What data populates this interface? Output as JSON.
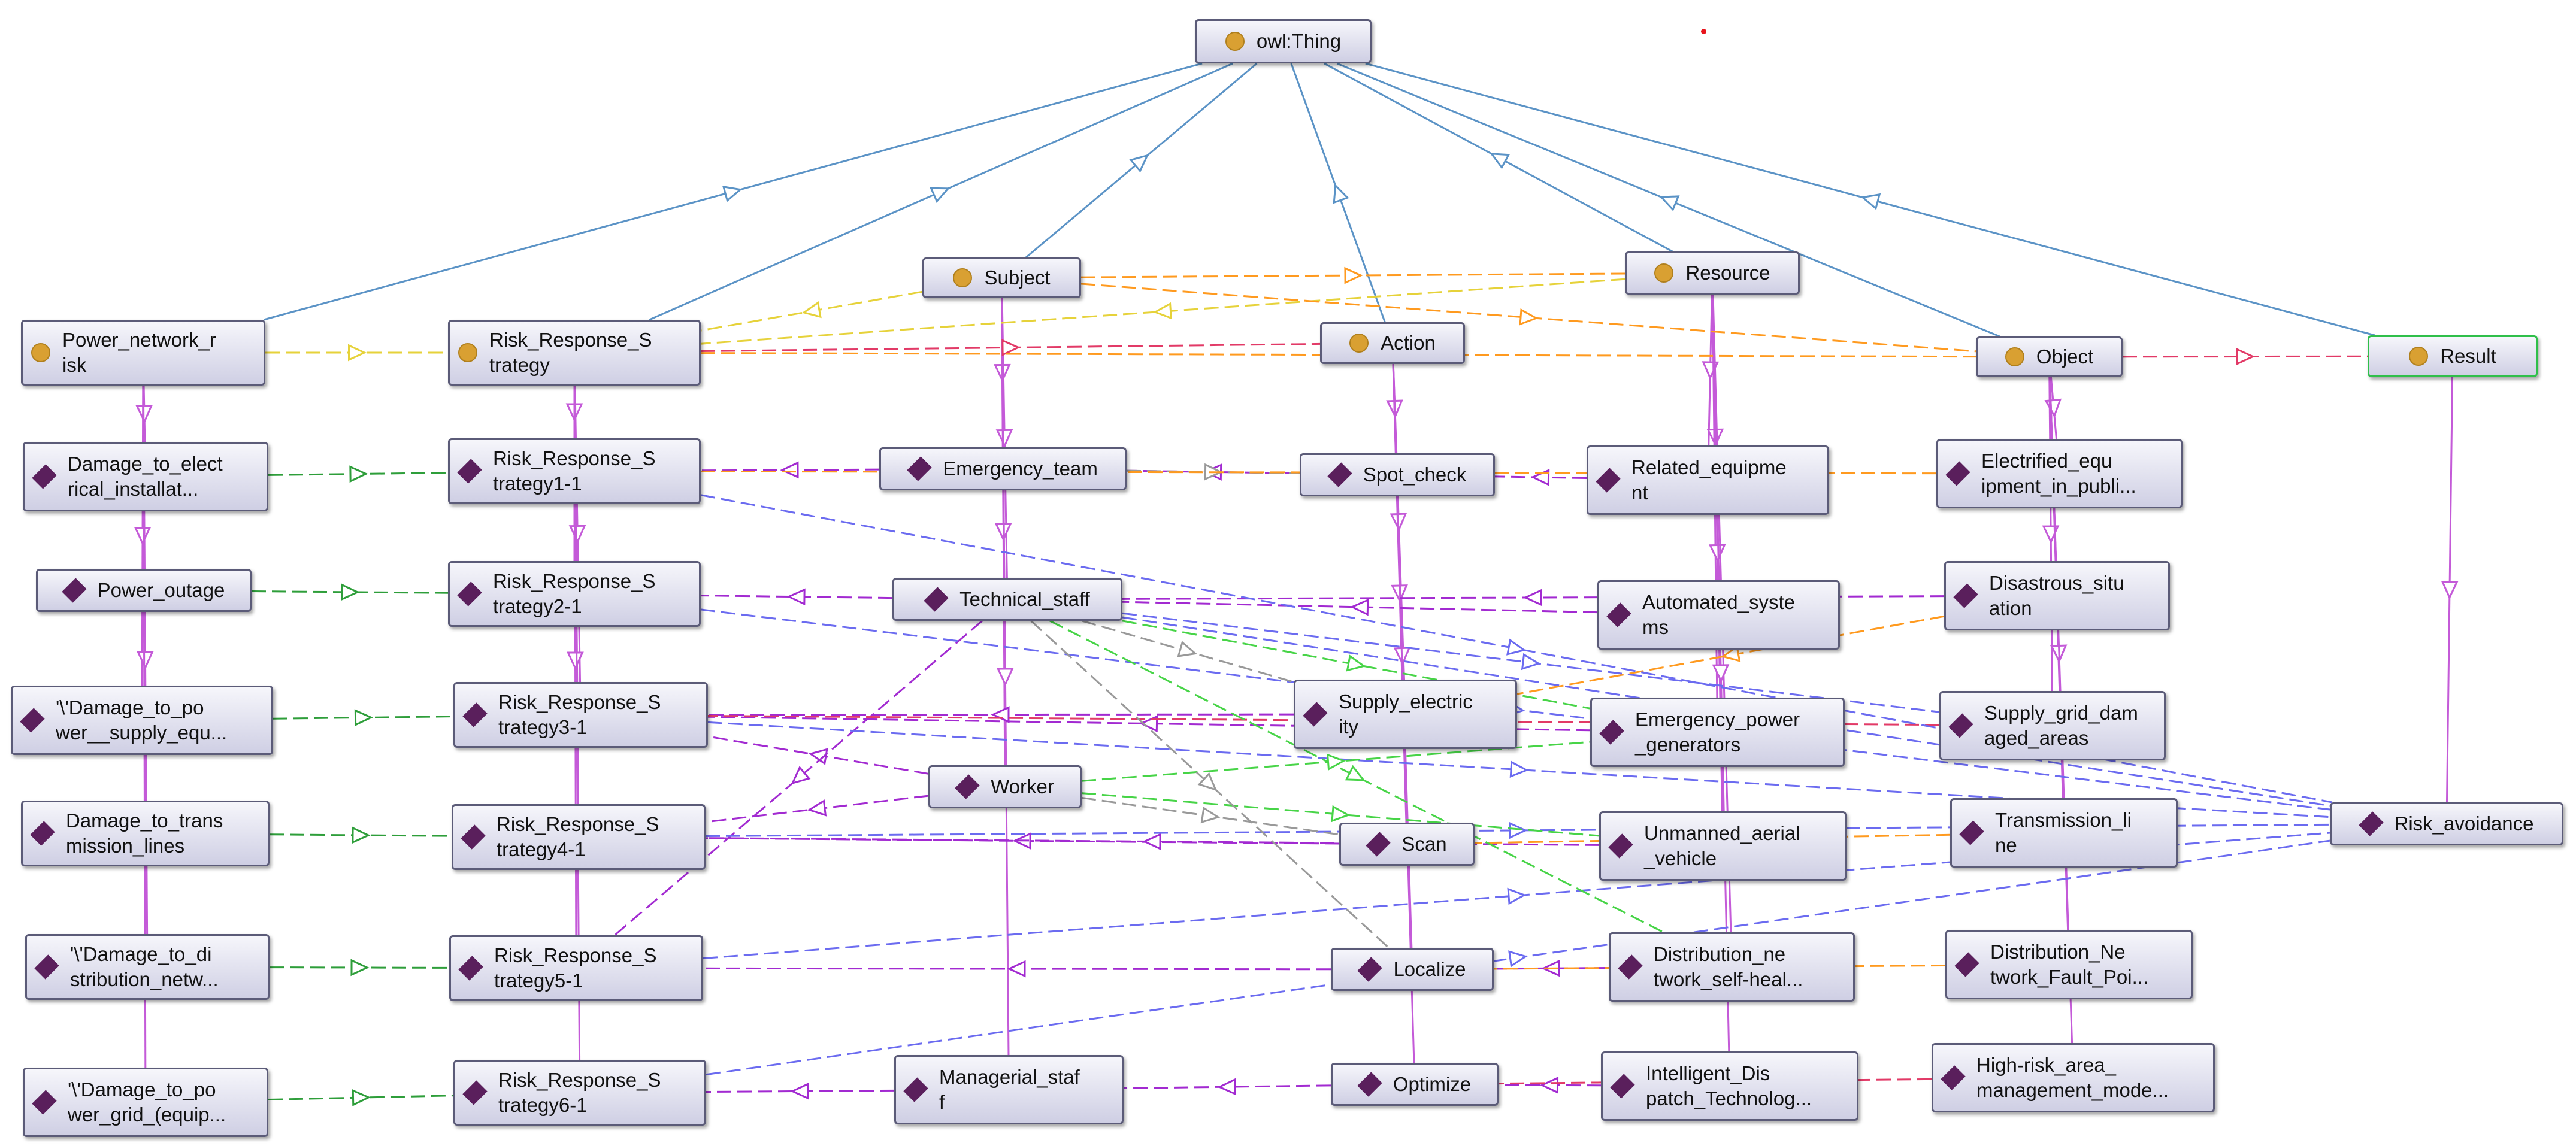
{
  "colors": {
    "subclass": "#5b93c6",
    "instance": "#c45ad8",
    "object_property_1": "#2e9e3a",
    "object_property_2": "#a22ad1",
    "object_property_3": "#6b6bf0",
    "object_property_4": "#ff9a1f",
    "object_property_5": "#e6d23a",
    "object_property_6": "#e23a67",
    "object_property_7": "#47d447",
    "object_property_8": "#999999"
  },
  "nodes": [
    {
      "id": "owl_thing",
      "kind": "class",
      "label": "owl:Thing"
    },
    {
      "id": "subject",
      "kind": "class",
      "label": "Subject"
    },
    {
      "id": "resource",
      "kind": "class",
      "label": "Resource"
    },
    {
      "id": "action",
      "kind": "class",
      "label": "Action"
    },
    {
      "id": "object",
      "kind": "class",
      "label": "Object"
    },
    {
      "id": "result",
      "kind": "class",
      "label": "Result"
    },
    {
      "id": "power_network_risk",
      "kind": "class",
      "label": "Power_network_r\nisk"
    },
    {
      "id": "risk_response_strategy",
      "kind": "class",
      "label": "Risk_Response_S\ntrategy"
    },
    {
      "id": "damage_electrical",
      "kind": "individual",
      "label": "Damage_to_elect\nrical_installat..."
    },
    {
      "id": "power_outage",
      "kind": "individual",
      "label": "Power_outage"
    },
    {
      "id": "damage_power_supply",
      "kind": "individual",
      "label": "'\\'Damage_to_po\nwer__supply_equ..."
    },
    {
      "id": "damage_transmission",
      "kind": "individual",
      "label": "Damage_to_trans\nmission_lines"
    },
    {
      "id": "damage_distribution",
      "kind": "individual",
      "label": "'\\'Damage_to_di\nstribution_netw..."
    },
    {
      "id": "damage_power_grid",
      "kind": "individual",
      "label": "'\\'Damage_to_po\nwer_grid_(equip..."
    },
    {
      "id": "rrs1",
      "kind": "individual",
      "label": "Risk_Response_S\ntrategy1-1"
    },
    {
      "id": "rrs2",
      "kind": "individual",
      "label": "Risk_Response_S\ntrategy2-1"
    },
    {
      "id": "rrs3",
      "kind": "individual",
      "label": "Risk_Response_S\ntrategy3-1"
    },
    {
      "id": "rrs4",
      "kind": "individual",
      "label": "Risk_Response_S\ntrategy4-1"
    },
    {
      "id": "rrs5",
      "kind": "individual",
      "label": "Risk_Response_S\ntrategy5-1"
    },
    {
      "id": "rrs6",
      "kind": "individual",
      "label": "Risk_Response_S\ntrategy6-1"
    },
    {
      "id": "emergency_team",
      "kind": "individual",
      "label": "Emergency_team"
    },
    {
      "id": "technical_staff",
      "kind": "individual",
      "label": "Technical_staff"
    },
    {
      "id": "worker",
      "kind": "individual",
      "label": "Worker"
    },
    {
      "id": "managerial_staff",
      "kind": "individual",
      "label": "Managerial_staf\nf"
    },
    {
      "id": "spot_check",
      "kind": "individual",
      "label": "Spot_check"
    },
    {
      "id": "supply_electricity",
      "kind": "individual",
      "label": "Supply_electric\nity"
    },
    {
      "id": "scan",
      "kind": "individual",
      "label": "Scan"
    },
    {
      "id": "localize",
      "kind": "individual",
      "label": "Localize"
    },
    {
      "id": "optimize",
      "kind": "individual",
      "label": "Optimize"
    },
    {
      "id": "related_equipment",
      "kind": "individual",
      "label": "Related_equipme\nnt"
    },
    {
      "id": "automated_systems",
      "kind": "individual",
      "label": "Automated_syste\nms"
    },
    {
      "id": "emergency_power_generators",
      "kind": "individual",
      "label": "Emergency_power\n_generators"
    },
    {
      "id": "uav",
      "kind": "individual",
      "label": "Unmanned_aerial\n_vehicle"
    },
    {
      "id": "distribution_self_healing",
      "kind": "individual",
      "label": "Distribution_ne\ntwork_self-heal..."
    },
    {
      "id": "intelligent_dispatch",
      "kind": "individual",
      "label": "Intelligent_Dis\npatch_Technolog..."
    },
    {
      "id": "electrified_equipment",
      "kind": "individual",
      "label": "Electrified_equ\nipment_in_publi..."
    },
    {
      "id": "disastrous_situation",
      "kind": "individual",
      "label": "Disastrous_situ\nation"
    },
    {
      "id": "supply_grid_damaged",
      "kind": "individual",
      "label": "Supply_grid_dam\naged_areas"
    },
    {
      "id": "transmission_line",
      "kind": "individual",
      "label": "Transmission_li\nne"
    },
    {
      "id": "distribution_fault_point",
      "kind": "individual",
      "label": "Distribution_Ne\ntwork_Fault_Poi..."
    },
    {
      "id": "high_risk_area",
      "kind": "individual",
      "label": "High-risk_area_\nmanagement_mode..."
    },
    {
      "id": "risk_avoidance",
      "kind": "individual",
      "label": "Risk_avoidance"
    }
  ],
  "edges": [
    {
      "from": "power_network_risk",
      "to": "owl_thing",
      "type": "subclass"
    },
    {
      "from": "risk_response_strategy",
      "to": "owl_thing",
      "type": "subclass"
    },
    {
      "from": "subject",
      "to": "owl_thing",
      "type": "subclass"
    },
    {
      "from": "action",
      "to": "owl_thing",
      "type": "subclass"
    },
    {
      "from": "resource",
      "to": "owl_thing",
      "type": "subclass"
    },
    {
      "from": "object",
      "to": "owl_thing",
      "type": "subclass"
    },
    {
      "from": "result",
      "to": "owl_thing",
      "type": "subclass"
    },
    {
      "from": "power_network_risk",
      "to": "damage_electrical",
      "type": "instance"
    },
    {
      "from": "power_network_risk",
      "to": "power_outage",
      "type": "instance"
    },
    {
      "from": "power_network_risk",
      "to": "damage_power_supply",
      "type": "instance"
    },
    {
      "from": "power_network_risk",
      "to": "damage_transmission",
      "type": "instance"
    },
    {
      "from": "power_network_risk",
      "to": "damage_distribution",
      "type": "instance"
    },
    {
      "from": "power_network_risk",
      "to": "damage_power_grid",
      "type": "instance"
    },
    {
      "from": "risk_response_strategy",
      "to": "rrs1",
      "type": "instance"
    },
    {
      "from": "risk_response_strategy",
      "to": "rrs2",
      "type": "instance"
    },
    {
      "from": "risk_response_strategy",
      "to": "rrs3",
      "type": "instance"
    },
    {
      "from": "risk_response_strategy",
      "to": "rrs4",
      "type": "instance"
    },
    {
      "from": "risk_response_strategy",
      "to": "rrs5",
      "type": "instance"
    },
    {
      "from": "risk_response_strategy",
      "to": "rrs6",
      "type": "instance"
    },
    {
      "from": "subject",
      "to": "emergency_team",
      "type": "instance"
    },
    {
      "from": "subject",
      "to": "technical_staff",
      "type": "instance"
    },
    {
      "from": "subject",
      "to": "worker",
      "type": "instance"
    },
    {
      "from": "subject",
      "to": "managerial_staff",
      "type": "instance"
    },
    {
      "from": "action",
      "to": "spot_check",
      "type": "instance"
    },
    {
      "from": "action",
      "to": "supply_electricity",
      "type": "instance"
    },
    {
      "from": "action",
      "to": "scan",
      "type": "instance"
    },
    {
      "from": "action",
      "to": "localize",
      "type": "instance"
    },
    {
      "from": "action",
      "to": "optimize",
      "type": "instance"
    },
    {
      "from": "resource",
      "to": "related_equipment",
      "type": "instance"
    },
    {
      "from": "resource",
      "to": "automated_systems",
      "type": "instance"
    },
    {
      "from": "resource",
      "to": "emergency_power_generators",
      "type": "instance"
    },
    {
      "from": "resource",
      "to": "uav",
      "type": "instance"
    },
    {
      "from": "resource",
      "to": "distribution_self_healing",
      "type": "instance"
    },
    {
      "from": "resource",
      "to": "intelligent_dispatch",
      "type": "instance"
    },
    {
      "from": "object",
      "to": "electrified_equipment",
      "type": "instance"
    },
    {
      "from": "object",
      "to": "disastrous_situation",
      "type": "instance"
    },
    {
      "from": "object",
      "to": "supply_grid_damaged",
      "type": "instance"
    },
    {
      "from": "object",
      "to": "transmission_line",
      "type": "instance"
    },
    {
      "from": "object",
      "to": "distribution_fault_point",
      "type": "instance"
    },
    {
      "from": "object",
      "to": "high_risk_area",
      "type": "instance"
    },
    {
      "from": "result",
      "to": "risk_avoidance",
      "type": "instance"
    },
    {
      "from": "power_network_risk",
      "to": "risk_response_strategy",
      "type": "object_property_5"
    },
    {
      "from": "subject",
      "to": "risk_response_strategy",
      "type": "object_property_5"
    },
    {
      "from": "resource",
      "to": "risk_response_strategy",
      "type": "object_property_5"
    },
    {
      "from": "subject",
      "to": "resource",
      "type": "object_property_4"
    },
    {
      "from": "subject",
      "to": "object",
      "type": "object_property_4"
    },
    {
      "from": "risk_response_strategy",
      "to": "action",
      "type": "object_property_6"
    },
    {
      "from": "risk_response_strategy",
      "to": "object",
      "type": "object_property_4"
    },
    {
      "from": "object",
      "to": "result",
      "type": "object_property_6"
    },
    {
      "from": "damage_electrical",
      "to": "rrs1",
      "type": "object_property_1"
    },
    {
      "from": "power_outage",
      "to": "rrs2",
      "type": "object_property_1"
    },
    {
      "from": "damage_power_supply",
      "to": "rrs3",
      "type": "object_property_1"
    },
    {
      "from": "damage_transmission",
      "to": "rrs4",
      "type": "object_property_1"
    },
    {
      "from": "damage_distribution",
      "to": "rrs5",
      "type": "object_property_1"
    },
    {
      "from": "damage_power_grid",
      "to": "rrs6",
      "type": "object_property_1"
    },
    {
      "from": "emergency_team",
      "to": "rrs1",
      "type": "object_property_2"
    },
    {
      "from": "technical_staff",
      "to": "rrs2",
      "type": "object_property_2"
    },
    {
      "from": "worker",
      "to": "rrs3",
      "type": "object_property_2"
    },
    {
      "from": "worker",
      "to": "rrs4",
      "type": "object_property_2"
    },
    {
      "from": "technical_staff",
      "to": "rrs5",
      "type": "object_property_2"
    },
    {
      "from": "managerial_staff",
      "to": "rrs6",
      "type": "object_property_2"
    },
    {
      "from": "spot_check",
      "to": "emergency_team",
      "type": "object_property_2"
    },
    {
      "from": "emergency_team",
      "to": "spot_check",
      "type": "object_property_8"
    },
    {
      "from": "supply_electricity",
      "to": "rrs3",
      "type": "object_property_2"
    },
    {
      "from": "scan",
      "to": "rrs4",
      "type": "object_property_2"
    },
    {
      "from": "localize",
      "to": "rrs5",
      "type": "object_property_2"
    },
    {
      "from": "optimize",
      "to": "managerial_staff",
      "type": "object_property_2"
    },
    {
      "from": "automated_systems",
      "to": "technical_staff",
      "type": "object_property_2"
    },
    {
      "from": "disastrous_situation",
      "to": "technical_staff",
      "type": "object_property_2"
    },
    {
      "from": "related_equipment",
      "to": "spot_check",
      "type": "object_property_2"
    },
    {
      "from": "emergency_power_generators",
      "to": "rrs3",
      "type": "object_property_2"
    },
    {
      "from": "uav",
      "to": "rrs4",
      "type": "object_property_2"
    },
    {
      "from": "distribution_self_healing",
      "to": "localize",
      "type": "object_property_2"
    },
    {
      "from": "intelligent_dispatch",
      "to": "optimize",
      "type": "object_property_2"
    },
    {
      "from": "electrified_equipment",
      "to": "rrs1",
      "type": "object_property_4"
    },
    {
      "from": "disastrous_situation",
      "to": "supply_electricity",
      "type": "object_property_4"
    },
    {
      "from": "supply_grid_damaged",
      "to": "rrs3",
      "type": "object_property_6"
    },
    {
      "from": "transmission_line",
      "to": "scan",
      "type": "object_property_4"
    },
    {
      "from": "distribution_fault_point",
      "to": "localize",
      "type": "object_property_4"
    },
    {
      "from": "high_risk_area",
      "to": "optimize",
      "type": "object_property_6"
    },
    {
      "from": "rrs1",
      "to": "risk_avoidance",
      "type": "object_property_3"
    },
    {
      "from": "rrs2",
      "to": "risk_avoidance",
      "type": "object_property_3"
    },
    {
      "from": "rrs3",
      "to": "risk_avoidance",
      "type": "object_property_3"
    },
    {
      "from": "rrs4",
      "to": "risk_avoidance",
      "type": "object_property_3"
    },
    {
      "from": "rrs5",
      "to": "risk_avoidance",
      "type": "object_property_3"
    },
    {
      "from": "rrs6",
      "to": "risk_avoidance",
      "type": "object_property_3"
    },
    {
      "from": "technical_staff",
      "to": "supply_grid_damaged",
      "type": "object_property_3"
    },
    {
      "from": "technical_staff",
      "to": "risk_avoidance",
      "type": "object_property_3"
    },
    {
      "from": "technical_staff",
      "to": "emergency_power_generators",
      "type": "object_property_7"
    },
    {
      "from": "technical_staff",
      "to": "distribution_self_healing",
      "type": "object_property_7"
    },
    {
      "from": "worker",
      "to": "uav",
      "type": "object_property_7"
    },
    {
      "from": "worker",
      "to": "emergency_power_generators",
      "type": "object_property_7"
    },
    {
      "from": "technical_staff",
      "to": "localize",
      "type": "object_property_8"
    },
    {
      "from": "technical_staff",
      "to": "supply_electricity",
      "type": "object_property_8"
    },
    {
      "from": "worker",
      "to": "scan",
      "type": "object_property_8"
    }
  ]
}
